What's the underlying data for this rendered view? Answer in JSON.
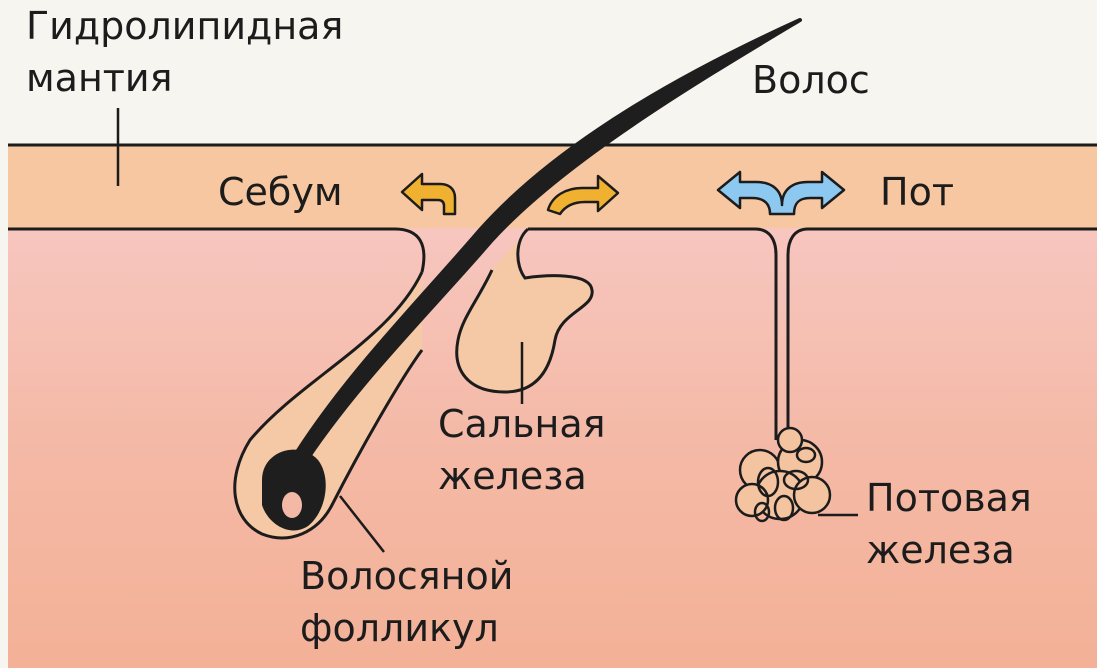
{
  "labels": {
    "hydrolipid_mantle": [
      "Гидролипидная",
      "мантия"
    ],
    "hair": "Волос",
    "sebum": "Себум",
    "sweat": "Пот",
    "sebaceous_gland": [
      "Сальная",
      "железа"
    ],
    "sweat_gland": [
      "Потовая",
      "железа"
    ],
    "hair_follicle": [
      "Волосяной",
      "фолликул"
    ]
  },
  "colors": {
    "background": "#f7f5f0",
    "mantle_layer": "#f6c8a0",
    "dermis_top": "#f6c0b4",
    "dermis_bottom": "#f4b29a",
    "outline": "#1c1c1c",
    "sebum_arrow": "#f0b030",
    "sweat_arrow": "#8cc8f0"
  },
  "icons": {
    "sebum_arrows": "curved-arrow-icon",
    "sweat_arrow": "bidirectional-curved-arrow-icon"
  }
}
